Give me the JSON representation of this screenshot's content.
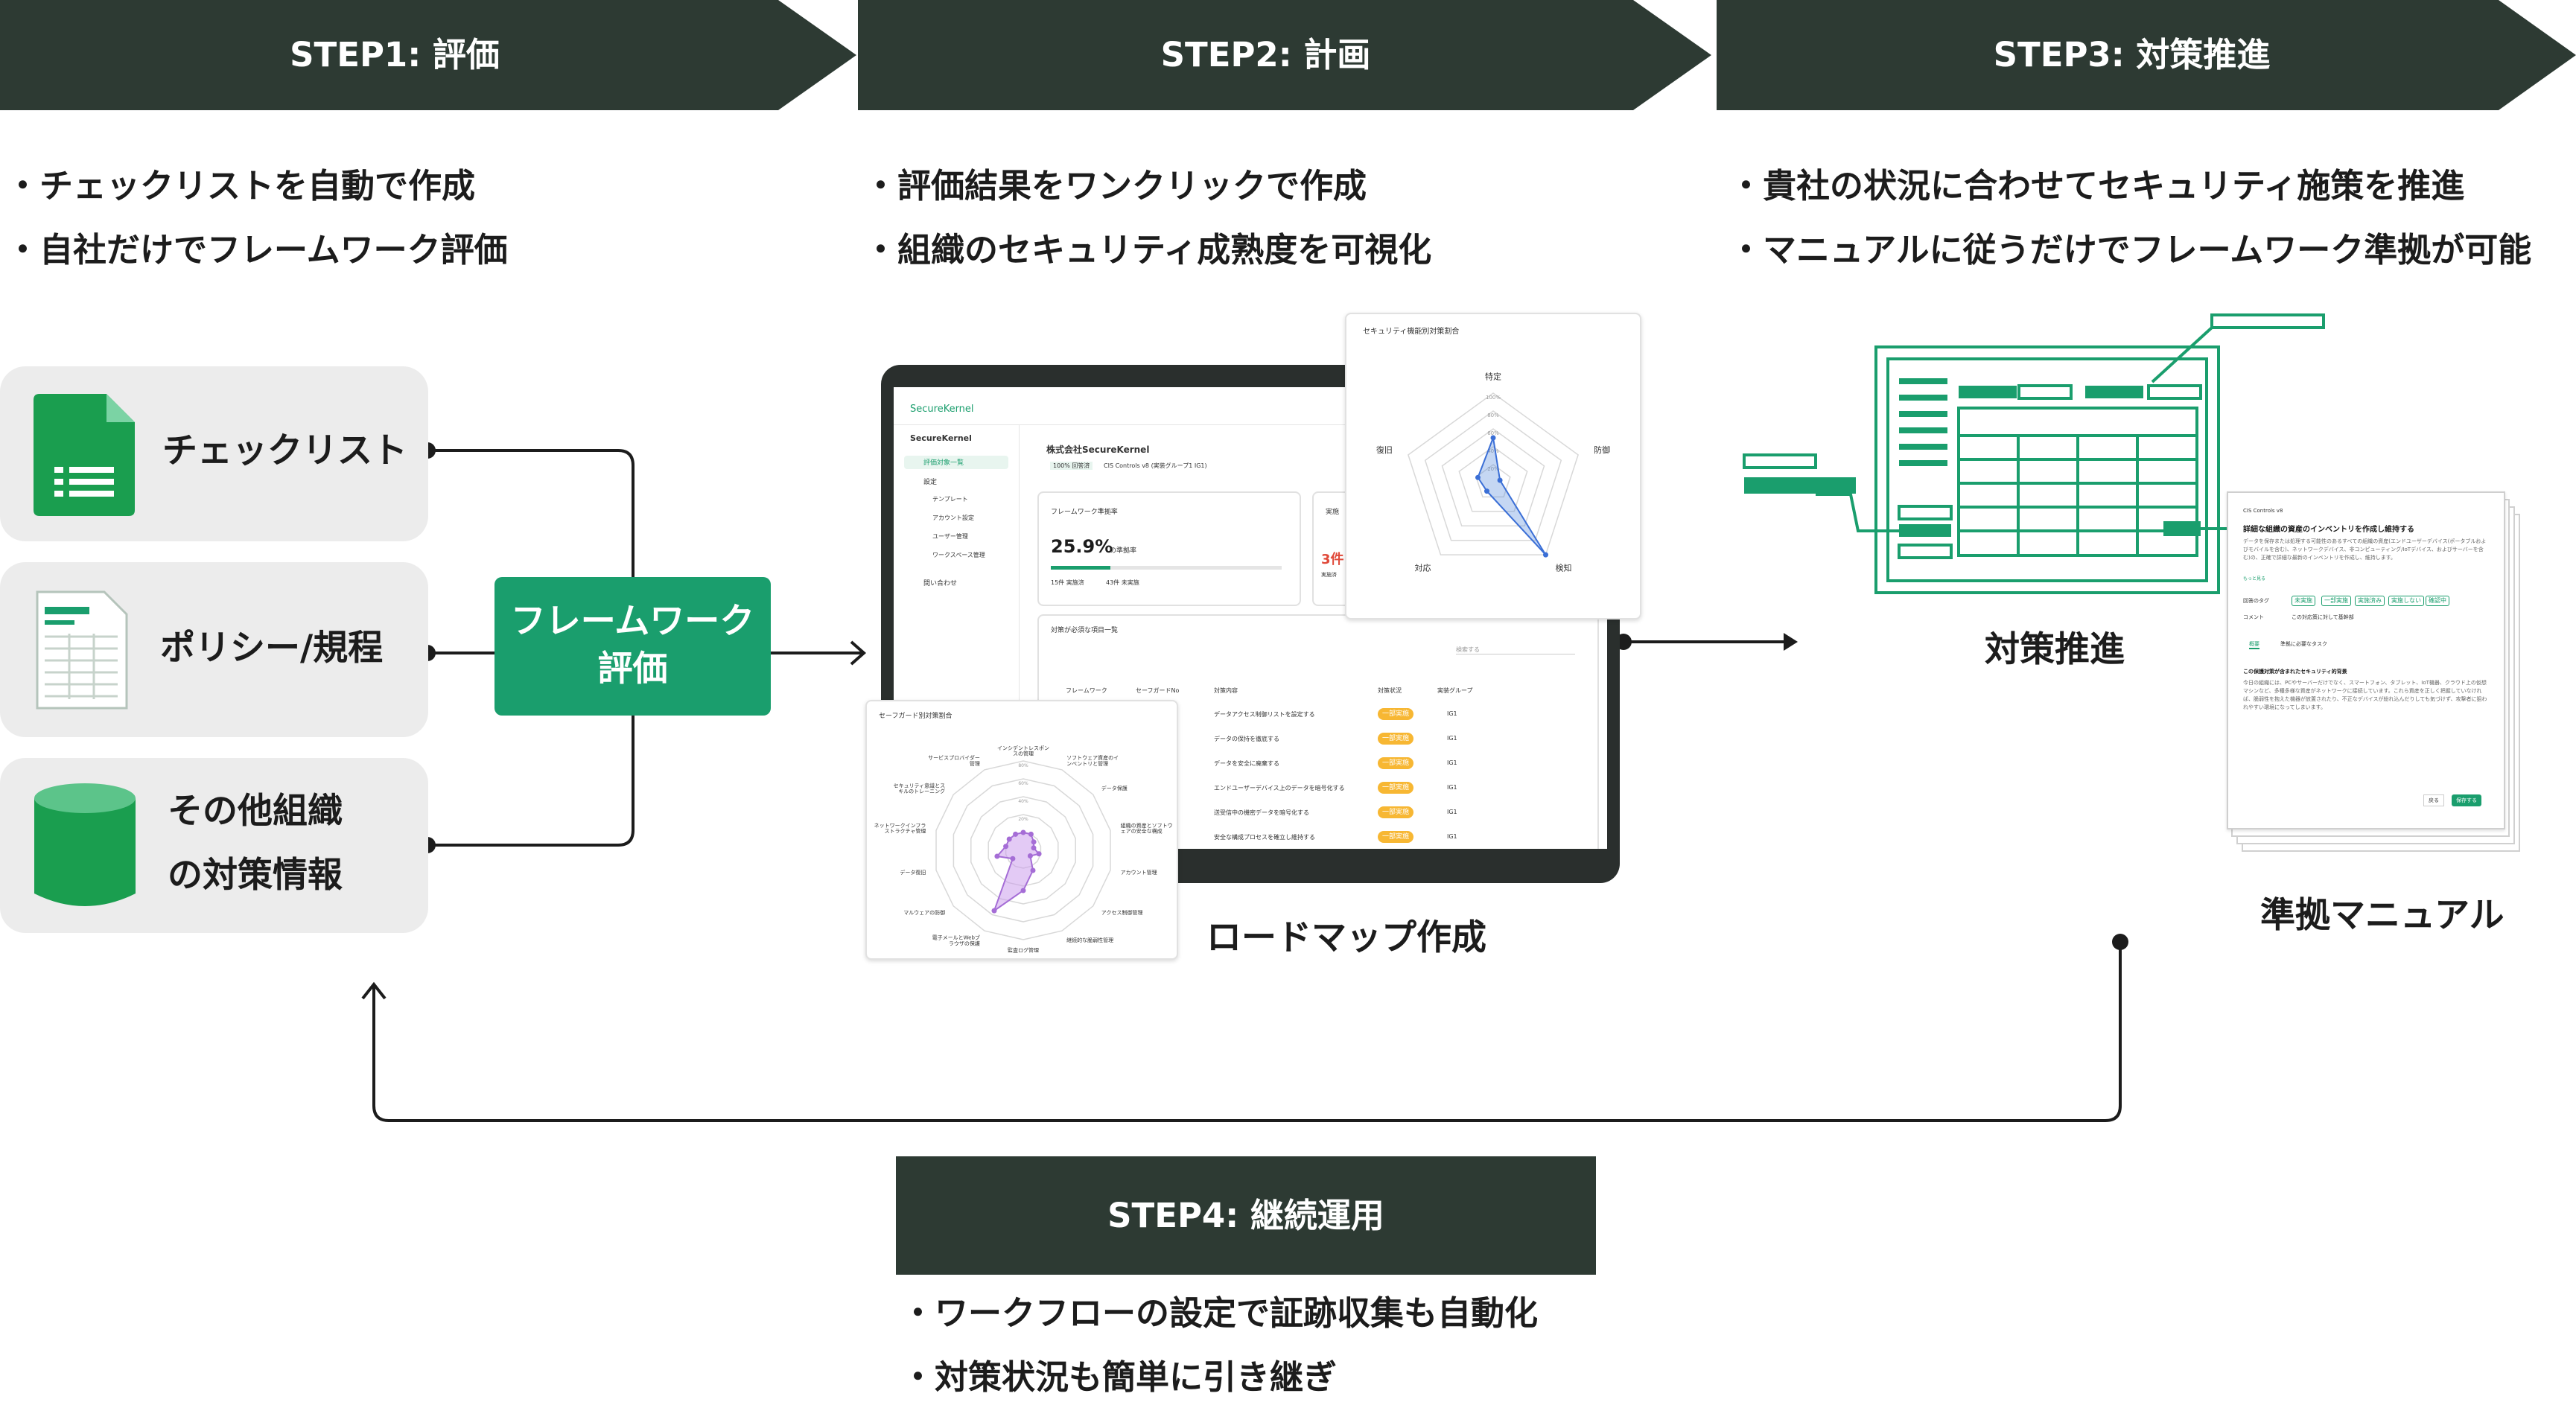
{
  "steps": [
    {
      "title": "STEP1: 評価",
      "bullets": [
        "・チェックリストを自動で作成",
        "・自社だけでフレームワーク評価"
      ]
    },
    {
      "title": "STEP2: 計画",
      "bullets": [
        "・評価結果をワンクリックで作成",
        "・組織のセキュリティ成熟度を可視化"
      ]
    },
    {
      "title": "STEP3: 対策推進",
      "bullets": [
        "・貴社の状況に合わせてセキュリティ施策を推進",
        "・マニュアルに従うだけでフレームワーク準拠が可能"
      ]
    },
    {
      "title": "STEP4: 継続運用",
      "bullets": [
        "・ワークフローの設定で証跡収集も自動化",
        "・対策状況も簡単に引き継ぎ"
      ]
    }
  ],
  "sources": [
    {
      "label": "チェックリスト",
      "icon": "spreadsheet-icon"
    },
    {
      "label": "ポリシー/規程",
      "icon": "document-icon"
    },
    {
      "label_lines": [
        "その他組織",
        "の対策情報"
      ],
      "icon": "database-icon"
    }
  ],
  "center": {
    "lines": [
      "フレームワーク",
      "評価"
    ]
  },
  "captions": {
    "roadmap": "ロードマップ作成",
    "measures": "対策推進",
    "manual": "準拠マニュアル"
  },
  "colors": {
    "dark": "#2d3a33",
    "green": "#1a9e6d",
    "panel": "#ececec",
    "purple": "#a56dd6",
    "blue": "#3b6fd6"
  },
  "app": {
    "logo": "SecureKernel",
    "sidebar_header": "SecureKernel",
    "nav": [
      "評価対象一覧",
      "設定",
      "テンプレート",
      "アカウント設定",
      "ユーザー管理",
      "ワークスペース管理",
      "問い合わせ"
    ],
    "company": "株式会社SecureKernel",
    "badge": "100% 回答済",
    "framework": "CIS Controls v8 (実装グループ1 IG1)",
    "rate_title": "フレームワーク準拠率",
    "rate_value": "25.9%",
    "rate_suffix": "の準拠率",
    "legend": [
      "15件 実施済",
      "43件 未実施"
    ],
    "impl_title": "実施",
    "impl_value": "3件",
    "impl_note": "実施済",
    "table_title": "対策が必須な項目一覧",
    "search": "検索する",
    "columns": [
      "フレームワーク",
      "セーフガードNo",
      "対策内容",
      "対策状況",
      "実装グループ"
    ],
    "rows": [
      {
        "text": "データアクセス制御リストを設定する",
        "status": "一部実施",
        "group": "IG1"
      },
      {
        "text": "データの保持を徹底する",
        "status": "一部実施",
        "group": "IG1"
      },
      {
        "text": "データを安全に廃棄する",
        "status": "一部実施",
        "group": "IG1"
      },
      {
        "text": "エンドユーザーデバイス上のデータを暗号化する",
        "status": "一部実施",
        "group": "IG1"
      },
      {
        "text": "送受信中の機密データを暗号化する",
        "status": "一部実施",
        "group": "IG1"
      },
      {
        "text": "安全な構成プロセスを確立し維持する",
        "status": "一部実施",
        "group": "IG1"
      }
    ]
  },
  "radar1": {
    "title": "セキュリティ機能別対策割合",
    "axes": [
      "特定",
      "防御",
      "検知",
      "対応",
      "復旧"
    ],
    "ticks": [
      "100%",
      "80%",
      "60%",
      "40%",
      "20%"
    ],
    "values": [
      50,
      8,
      100,
      12,
      18
    ]
  },
  "radar2": {
    "title": "セーフガード別対策割合",
    "axes": [
      "インシデントレスポンスの管理",
      "ソフトウェア資産のインベントリと管理",
      "データ保護",
      "組織の資産とソフトウェアの安全な構成",
      "アカウント管理",
      "アクセス制御管理",
      "継続的な脆弱性管理",
      "監査ログ管理",
      "電子メールとWebブラウザの保護",
      "マルウェアの防御",
      "データ復旧",
      "ネットワークインフラストラクチャ管理",
      "セキュリティ意識とスキルのトレーニング",
      "サービスプロバイダー管理"
    ],
    "ticks": [
      "80%",
      "60%",
      "40%",
      "20%"
    ],
    "values": [
      20,
      20,
      15,
      12,
      18,
      10,
      25,
      45,
      75,
      15,
      30,
      20,
      20,
      20
    ]
  },
  "manual": {
    "crumb": "CIS Controls v8",
    "title": "詳細な組織の資産のインベントリを作成し維持する",
    "desc": "データを保存または処理する可能性のあるすべての組織の資産(エンドユーザーデバイス(ポータブルおよびモバイルを含む)、ネットワークデバイス、非コンピューティング/IoTデバイス、およびサーバーを含む)の、正確で詳細な最新のインベントリを作成し、維持します。",
    "more": "もっと見る",
    "field_label": "回答のタグ",
    "tags": [
      "未実施",
      "一部実施",
      "実施済み",
      "実施しない",
      "確認中"
    ],
    "comment_label": "コメント",
    "comment": "この対応策に対して基幹部",
    "tabs": [
      "概要",
      "準拠に必要なタスク"
    ],
    "body_title": "この保護対策が含まれたセキュリティ的背景",
    "body": "今日の組織には、PCやサーバーだけでなく、スマートフォン、タブレット、IoT機器、クラウド上の仮想マシンなど、多種多様な資産がネットワークに接続しています。これら資産を正しく把握していなければ、脆弱性を抱えた機器が放置されたり、不正なデバイスが紛れ込んだりしても気づけず、攻撃者に狙われやすい環境になってしまいます。",
    "buttons": [
      "戻る",
      "保存する"
    ]
  }
}
